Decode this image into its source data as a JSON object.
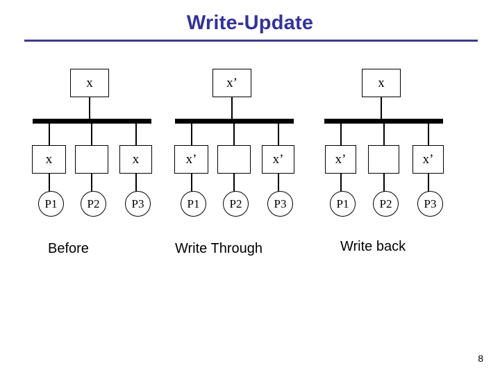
{
  "slide": {
    "title": "Write-Update",
    "page_number": "8",
    "title_color": "#333399",
    "rule_color": "#3b3b8c",
    "line_color": "#000000"
  },
  "diagram": {
    "groups": [
      {
        "name": "before",
        "label": "Before",
        "memory": {
          "value": "x"
        },
        "caches": [
          {
            "value": "x"
          },
          {
            "value": ""
          },
          {
            "value": "x"
          }
        ],
        "processors": [
          {
            "value": "P1"
          },
          {
            "value": "P2"
          },
          {
            "value": "P3"
          }
        ]
      },
      {
        "name": "write-through",
        "label": "Write Through",
        "memory": {
          "value": "x’"
        },
        "caches": [
          {
            "value": "x’"
          },
          {
            "value": ""
          },
          {
            "value": "x’"
          }
        ],
        "processors": [
          {
            "value": "P1"
          },
          {
            "value": "P2"
          },
          {
            "value": "P3"
          }
        ]
      },
      {
        "name": "write-back",
        "label": "Write back",
        "memory": {
          "value": "x"
        },
        "caches": [
          {
            "value": "x’"
          },
          {
            "value": ""
          },
          {
            "value": "x’"
          }
        ],
        "processors": [
          {
            "value": "P1"
          },
          {
            "value": "P2"
          },
          {
            "value": "P3"
          }
        ]
      }
    ]
  }
}
